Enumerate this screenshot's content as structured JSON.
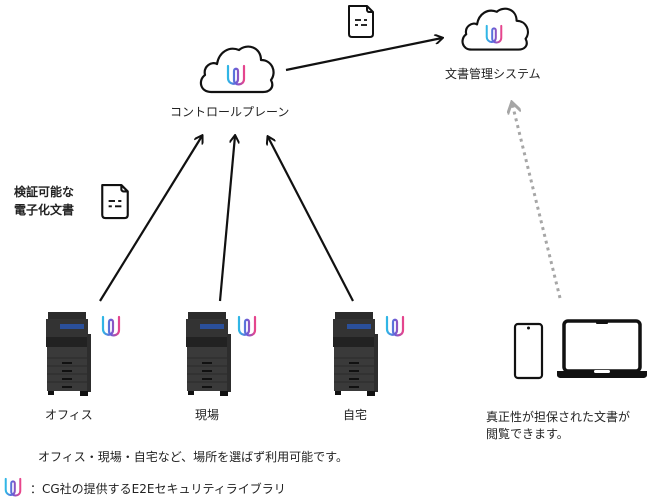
{
  "nodes": {
    "control_plane": {
      "label": "コントロールプレーン"
    },
    "doc_system": {
      "label": "文書管理システム"
    },
    "office": {
      "label": "オフィス"
    },
    "site": {
      "label": "現場"
    },
    "home": {
      "label": "自宅"
    },
    "viewer": {
      "label_line1": "真正性が担保された文書が",
      "label_line2": "閲覧できます。"
    }
  },
  "annotations": {
    "verifiable_doc_line1": "検証可能な",
    "verifiable_doc_line2": "電子化文書",
    "usage_note": "オフィス・現場・自宅など、場所を選ばず利用可能です。",
    "legend_text": "：CG社の提供するE2Eセキュリティライブラリ"
  },
  "icons": {
    "cloud": "cloud-icon",
    "library_logo": "e2e-library-logo-icon",
    "document": "document-icon",
    "printer": "multifunction-printer-icon",
    "phone": "smartphone-icon",
    "laptop": "laptop-icon"
  },
  "colors": {
    "line": "#111111",
    "dotted_arrow": "#a6a6a6",
    "logo_gradient": [
      "#2fb8e6",
      "#6a5bd6",
      "#e8458b"
    ]
  }
}
